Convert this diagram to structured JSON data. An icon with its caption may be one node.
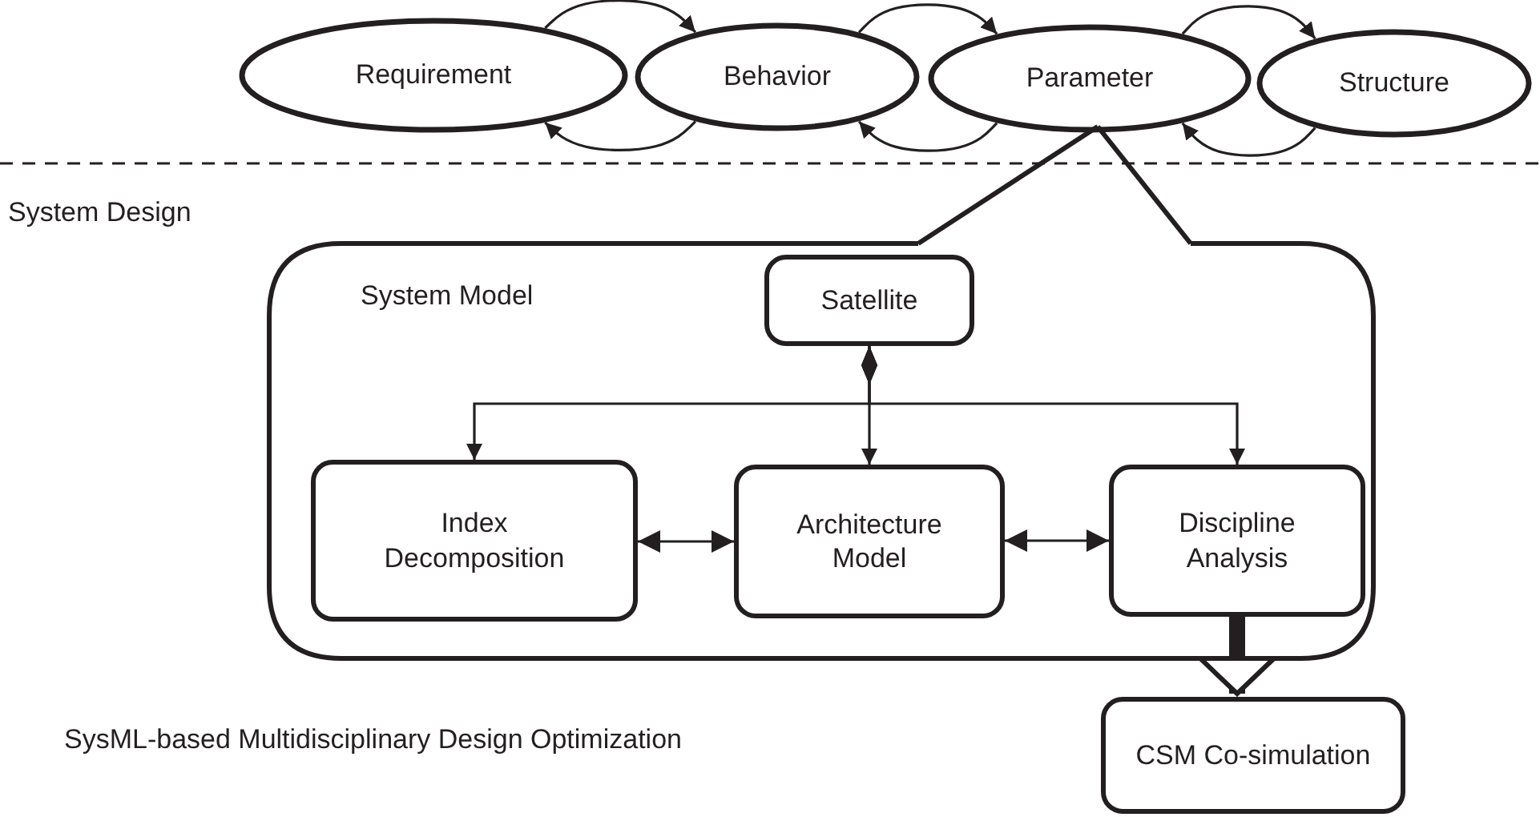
{
  "diagram": {
    "nodes": [
      {
        "text": [
          "Requirement"
        ]
      },
      {
        "text": [
          "Behavior"
        ]
      },
      {
        "text": [
          "Parameter"
        ]
      },
      {
        "text": [
          "Structure"
        ]
      },
      {
        "text": [
          "System Model"
        ]
      },
      {
        "text": [
          "Satellite"
        ],
        "in": 4
      },
      {
        "text": [
          "Index Decomposition"
        ],
        "in": 4
      },
      {
        "text": [
          "Architecture Model"
        ],
        "in": 4
      },
      {
        "text": [
          "Discipline Analysis"
        ],
        "in": 4
      },
      {
        "text": [
          "CSM Co-simulation"
        ]
      }
    ],
    "edges": [
      {
        "from": 0,
        "to": 1,
        "arrow": "to"
      },
      {
        "from": 1,
        "to": 0,
        "arrow": "to"
      },
      {
        "from": 1,
        "to": 2,
        "arrow": "to"
      },
      {
        "from": 2,
        "to": 1,
        "arrow": "to"
      },
      {
        "from": 2,
        "to": 3,
        "arrow": "to"
      },
      {
        "from": 3,
        "to": 2,
        "arrow": "to"
      },
      {
        "from": 4,
        "to": 2,
        "arrow": "none"
      },
      {
        "from": 5,
        "to": 6,
        "arrow": "to"
      },
      {
        "from": 5,
        "to": 7,
        "arrow": "to"
      },
      {
        "from": 5,
        "to": 8,
        "arrow": "to"
      },
      {
        "from": 6,
        "to": 7,
        "arrow": "both"
      },
      {
        "from": 7,
        "to": 8,
        "arrow": "both"
      },
      {
        "from": 8,
        "to": 9,
        "arrow": "to",
        "style": "thick"
      }
    ],
    "labels": [
      "System Design",
      "SysML-based Multidisciplinary Design Optimization"
    ]
  }
}
